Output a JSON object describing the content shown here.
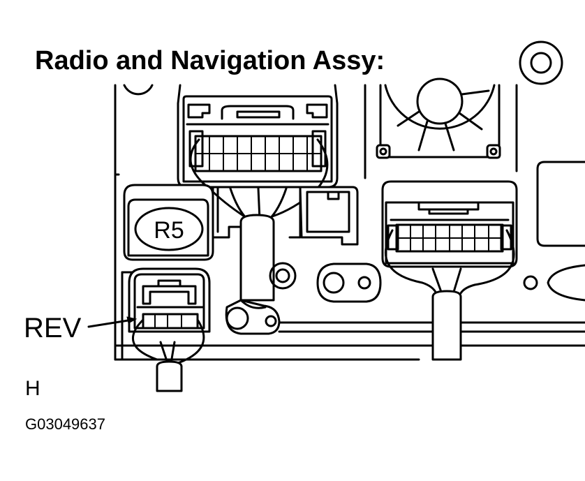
{
  "title": "Radio and Navigation Assy:",
  "connector_label": "R5",
  "callout": "REV",
  "view": "H",
  "figure_id": "G03049637"
}
